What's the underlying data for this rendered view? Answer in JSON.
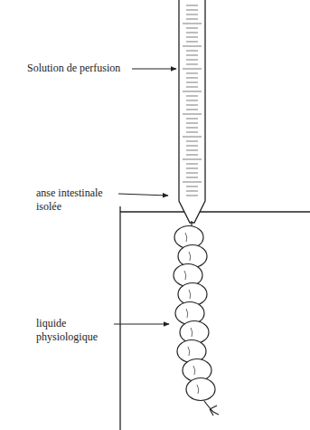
{
  "diagram": {
    "labels": [
      "Solution de perfusion",
      "anse intestinale isolée",
      "liquide physiologique"
    ]
  }
}
